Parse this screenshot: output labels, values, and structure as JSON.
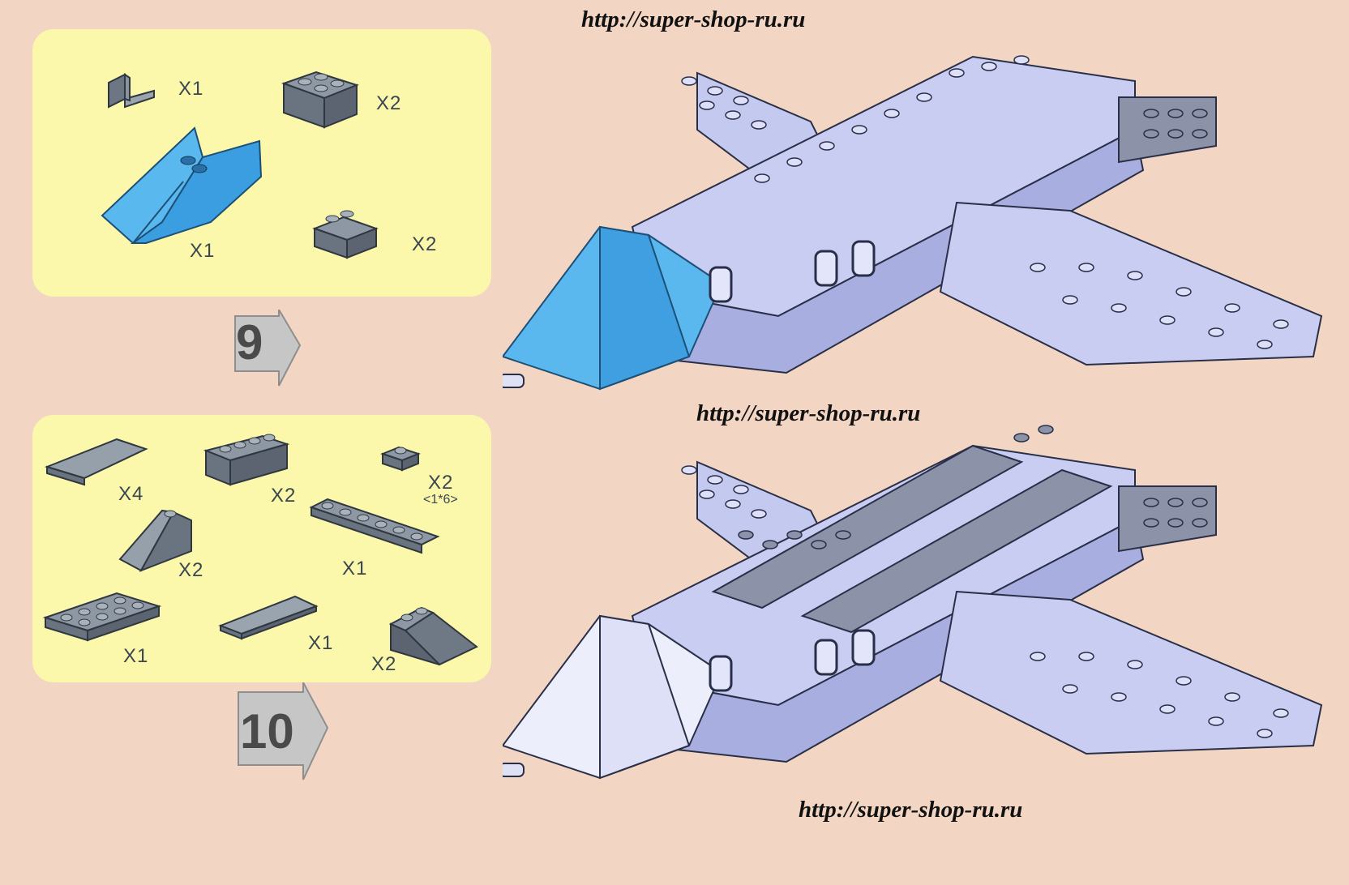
{
  "watermark": {
    "top": "http://super-shop-ru.ru",
    "middle": "http://super-shop-ru.ru",
    "bottom": "http://super-shop-ru.ru"
  },
  "step9": {
    "number": "9",
    "parts": [
      {
        "icon": "bracket-brick-icon",
        "qty": "X1"
      },
      {
        "icon": "brick-2x2-icon",
        "qty": "X2"
      },
      {
        "icon": "windscreen-icon",
        "qty": "X1"
      },
      {
        "icon": "slope-2x2-icon",
        "qty": "X2"
      }
    ]
  },
  "step10": {
    "number": "10",
    "parts": [
      {
        "icon": "tile-slope-icon",
        "qty": "X4"
      },
      {
        "icon": "brick-1x4-icon",
        "qty": "X2"
      },
      {
        "icon": "plate-1x1-icon",
        "qty": "X2"
      },
      {
        "icon": "slope-1x2-icon",
        "qty": "X2"
      },
      {
        "icon": "plate-1x6-icon",
        "qty": "X1",
        "spec": "<1*6>"
      },
      {
        "icon": "plate-2x4-icon",
        "qty": "X1"
      },
      {
        "icon": "tile-2x4-icon",
        "qty": "X1"
      },
      {
        "icon": "slope-2x3-icon",
        "qty": "X2"
      }
    ]
  },
  "colors": {
    "background": "#f2d6c3",
    "panel": "#fbf7ab",
    "brick": "#7a8593",
    "model": "#c8cdf0",
    "canopy": "#56b8ee"
  }
}
